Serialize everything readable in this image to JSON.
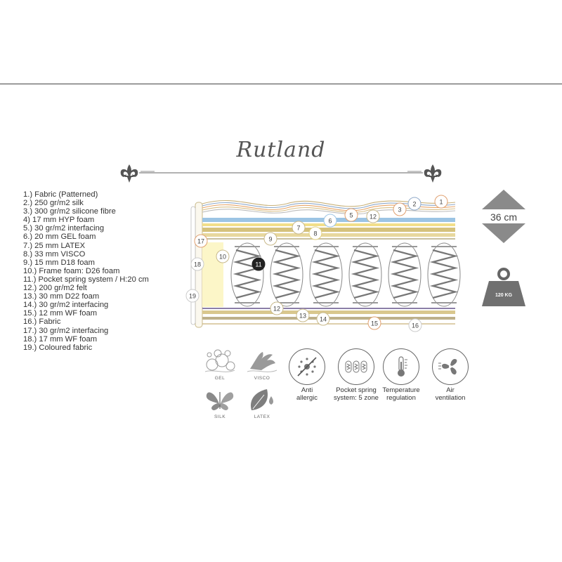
{
  "title": "Rutland",
  "layers": [
    "1.) Fabric (Patterned)",
    "2.) 250 gr/m2 silk",
    "3.) 300 gr/m2 silicone fibre",
    "4) 17 mm HYP foam",
    "5.) 30 gr/m2 interfacing",
    "6.) 20 mm GEL foam",
    "7.) 25 mm LATEX",
    "8.) 33 mm VISCO",
    "9.) 15 mm D18 foam",
    "10.) Frame foam: D26 foam",
    "11.) Pocket spring system / H:20 cm",
    "12.) 200 gr/m2 felt",
    "13.) 30 mm D22 foam",
    "14.) 30 gr/m2 interfacing",
    "15.) 12 mm WF foam",
    "16.) Fabric",
    "17.) 30 gr/m2 interfacing",
    "18.) 17 mm WF foam",
    "19.) Coloured fabric"
  ],
  "callouts": [
    "1",
    "2",
    "3",
    "5",
    "6",
    "7",
    "8",
    "9",
    "10",
    "11",
    "12",
    "12",
    "13",
    "14",
    "15",
    "16",
    "17",
    "18",
    "19"
  ],
  "height": "36 cm",
  "weight": "120 KG",
  "material_icons": [
    "GEL",
    "VISCO",
    "SILK",
    "LATEX"
  ],
  "features": [
    {
      "line1": "Anti",
      "line2": "allergic"
    },
    {
      "line1": "Pocket spring",
      "line2": "system: 5 zone"
    },
    {
      "line1": "Temperature",
      "line2": "regulation"
    },
    {
      "line1": "Air",
      "line2": "ventilation"
    }
  ]
}
